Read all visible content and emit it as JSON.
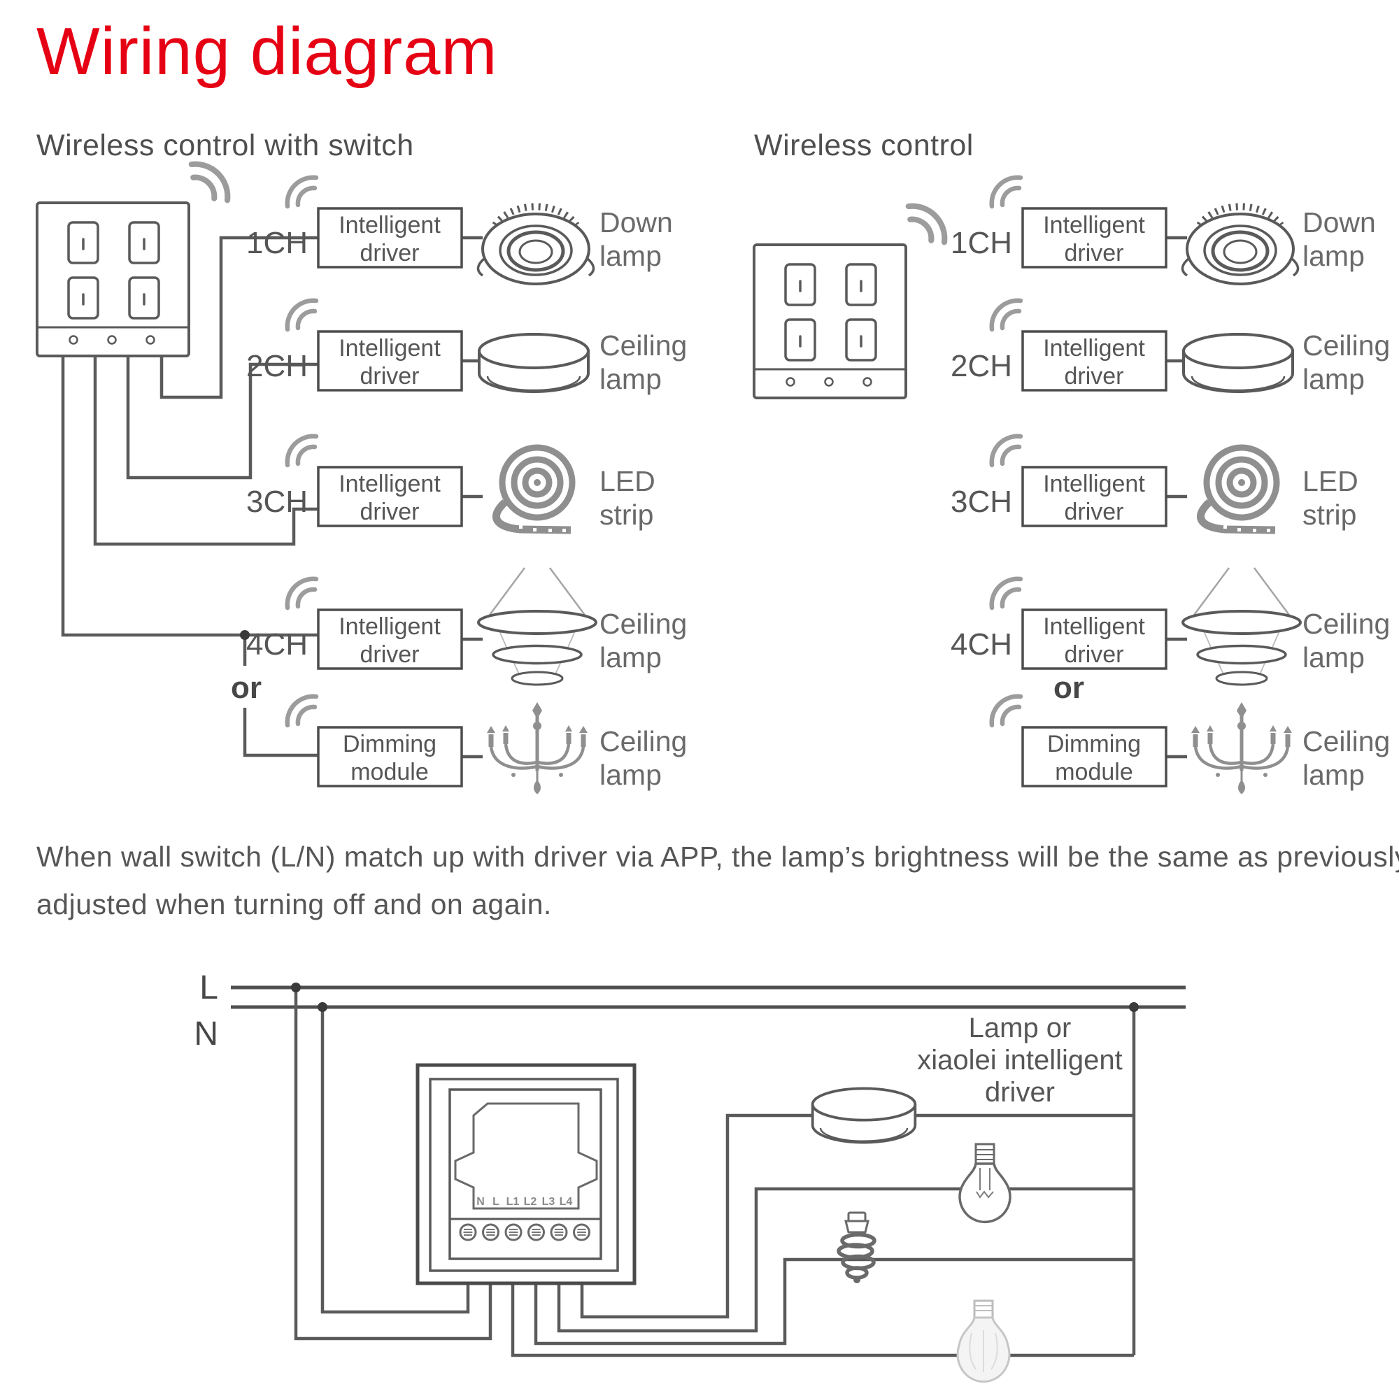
{
  "title": "Wiring diagram",
  "colors": {
    "accent": "#e60014",
    "line": "#555555",
    "text": "#565656",
    "icon_gray": "#9a9a9a"
  },
  "diagram": {
    "left_header": "Wireless control with switch",
    "right_header": "Wireless control",
    "or_label": "or",
    "rows": [
      {
        "channel": "1CH",
        "box1": "Intelligent",
        "box2": "driver",
        "lamp1": "Down",
        "lamp2": "lamp",
        "lamp_type": "down-lamp"
      },
      {
        "channel": "2CH",
        "box1": "Intelligent",
        "box2": "driver",
        "lamp1": "Ceiling",
        "lamp2": "lamp",
        "lamp_type": "ceiling-disc-lamp"
      },
      {
        "channel": "3CH",
        "box1": "Intelligent",
        "box2": "driver",
        "lamp1": "LED",
        "lamp2": "strip",
        "lamp_type": "led-strip"
      },
      {
        "channel": "4CH",
        "box1": "Intelligent",
        "box2": "driver",
        "lamp1": "Ceiling",
        "lamp2": "lamp",
        "lamp_type": "ring-pendant-lamp"
      },
      {
        "channel": "",
        "box1": "Dimming",
        "box2": "module",
        "lamp1": "Ceiling",
        "lamp2": "lamp",
        "lamp_type": "chandelier"
      }
    ]
  },
  "note": {
    "line1": "When wall switch (L/N) match up with driver via APP, the lamp’s brightness will be the same as previously",
    "line2": "adjusted when turning off and on again."
  },
  "bottom": {
    "l_label": "L",
    "n_label": "N",
    "lamp_note1": "Lamp or",
    "lamp_note2": "xiaolei intelligent",
    "lamp_note3": "driver",
    "terminals": [
      "N",
      "L",
      "L1",
      "L2",
      "L3",
      "L4"
    ]
  }
}
